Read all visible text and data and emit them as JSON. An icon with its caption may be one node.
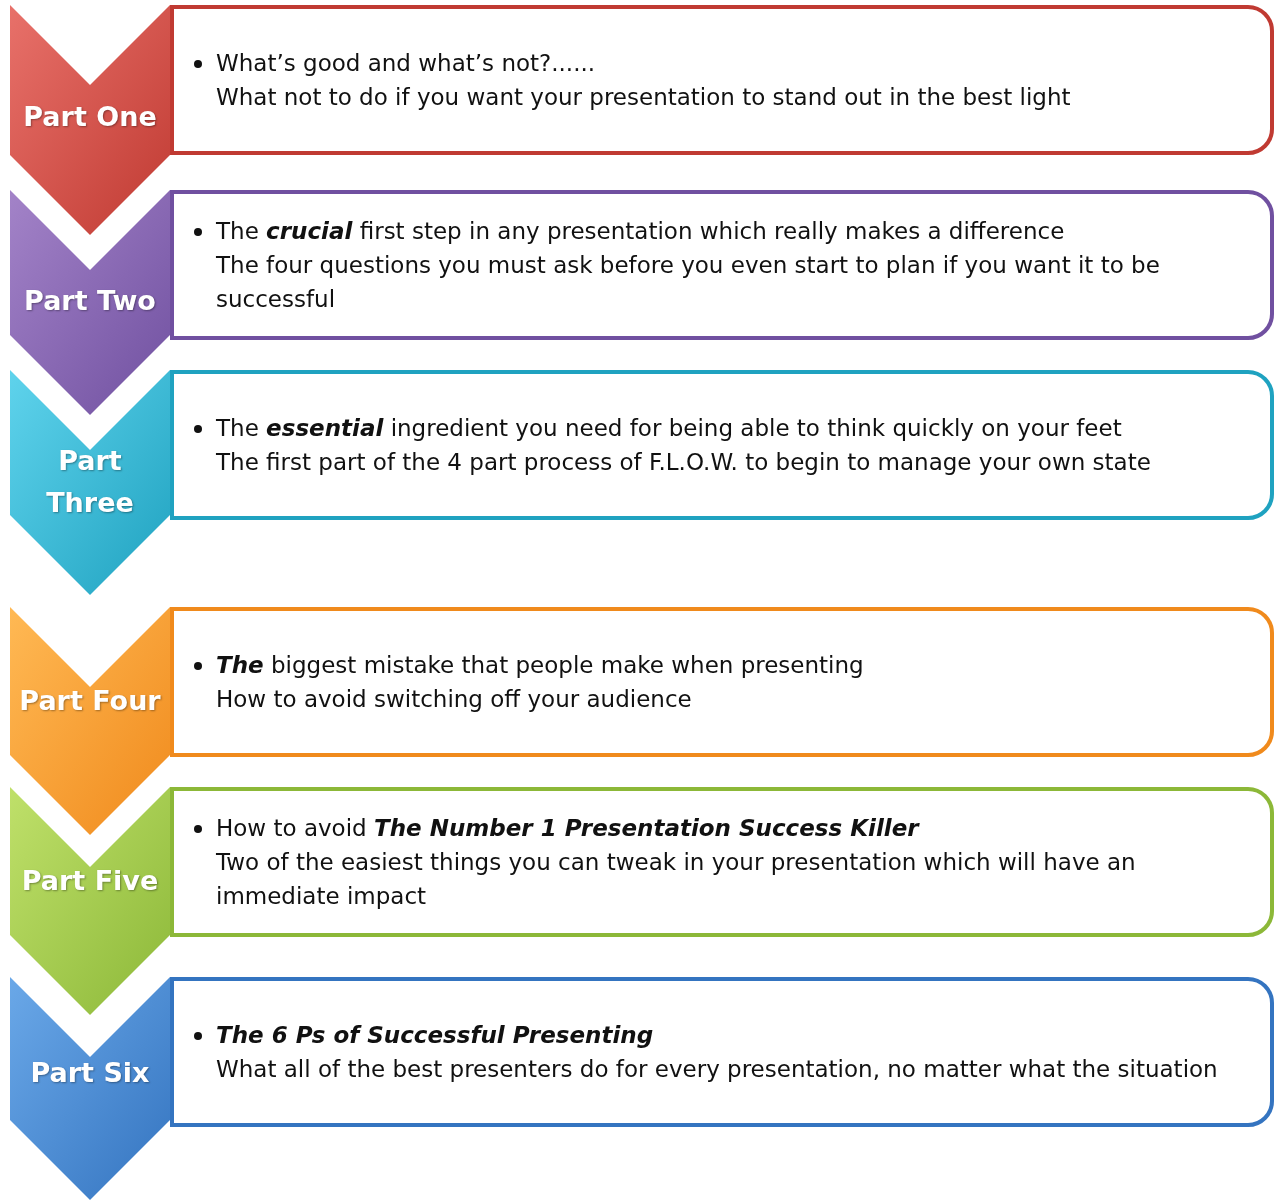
{
  "diagram": {
    "nodes": [
      {
        "text": [
          "Part One"
        ]
      },
      {
        "text": [
          "What’s good and what’s not?......",
          "What not to do if you want your presentation to stand out in the best light"
        ]
      },
      {
        "text": [
          "Part Two"
        ]
      },
      {
        "text": [
          "The **crucial** first step in any presentation which really makes a difference",
          "The four questions you must ask before you even start to plan if you want it to be successful"
        ]
      },
      {
        "text": [
          "Part Three"
        ]
      },
      {
        "text": [
          "The **essential** ingredient  you need for being able to think quickly on your feet",
          "The first part of the 4 part process of F.L.O.W. to begin to manage your own state"
        ]
      },
      {
        "text": [
          "Part Four"
        ]
      },
      {
        "text": [
          "**The** biggest mistake that people make when presenting",
          "How to avoid switching off your audience"
        ]
      },
      {
        "text": [
          "Part Five"
        ]
      },
      {
        "text": [
          "How to avoid **The Number 1 Presentation Success Killer**",
          "Two of the easiest things you can tweak in your presentation which will have an immediate impact"
        ]
      },
      {
        "text": [
          "Part Six"
        ]
      },
      {
        "text": [
          "The 6 Ps of Successful Presenting",
          "What all of the best presenters do for every presentation, no matter what the situation"
        ]
      }
    ],
    "edges": []
  }
}
